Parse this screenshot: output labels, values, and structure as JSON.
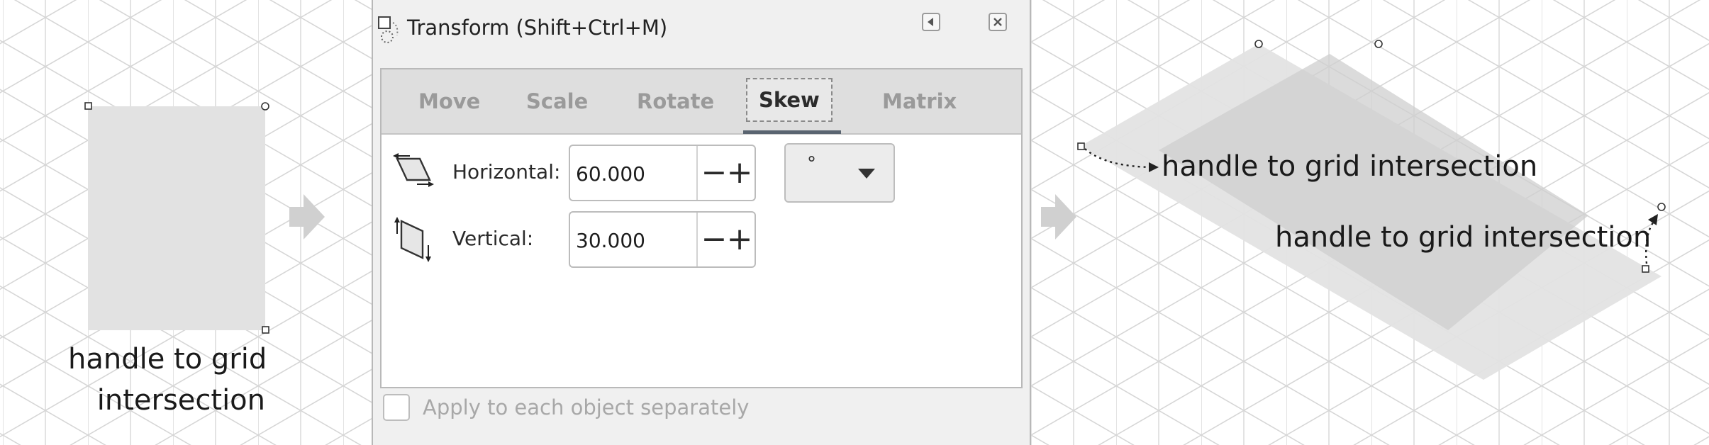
{
  "annotations": {
    "left_line1": "handle to grid",
    "left_line2": "intersection",
    "right_top": "handle to grid intersection",
    "right_bottom": "handle to grid intersection"
  },
  "dialog": {
    "title": "Transform (Shift+Ctrl+M)",
    "tabs": [
      {
        "label": "Move",
        "active": false
      },
      {
        "label": "Scale",
        "active": false
      },
      {
        "label": "Rotate",
        "active": false
      },
      {
        "label": "Skew",
        "active": true
      },
      {
        "label": "Matrix",
        "active": false
      }
    ],
    "horizontal": {
      "label": "Horizontal:",
      "value": "60.000"
    },
    "vertical": {
      "label": "Vertical:",
      "value": "30.000"
    },
    "spin_minus": "−",
    "spin_plus": "+",
    "unit": "°",
    "apply_each": {
      "label": "Apply to each object separately",
      "checked": false
    }
  },
  "icons": {
    "title": "transform-dialog-icon",
    "collapse": "collapse-arrow-icon",
    "close": "close-icon",
    "horizontal_skew": "skew-horizontal-icon",
    "vertical_skew": "skew-vertical-icon",
    "dropdown": "chevron-down-icon",
    "next_step": "next-step-arrow-icon"
  },
  "colors": {
    "grid": "#d4d4d4",
    "shape_fill": "#e2e2e2",
    "arrow": "#cfcfcf",
    "dialog_bg": "#f0f0f0",
    "tab_underline": "#5a6470"
  }
}
